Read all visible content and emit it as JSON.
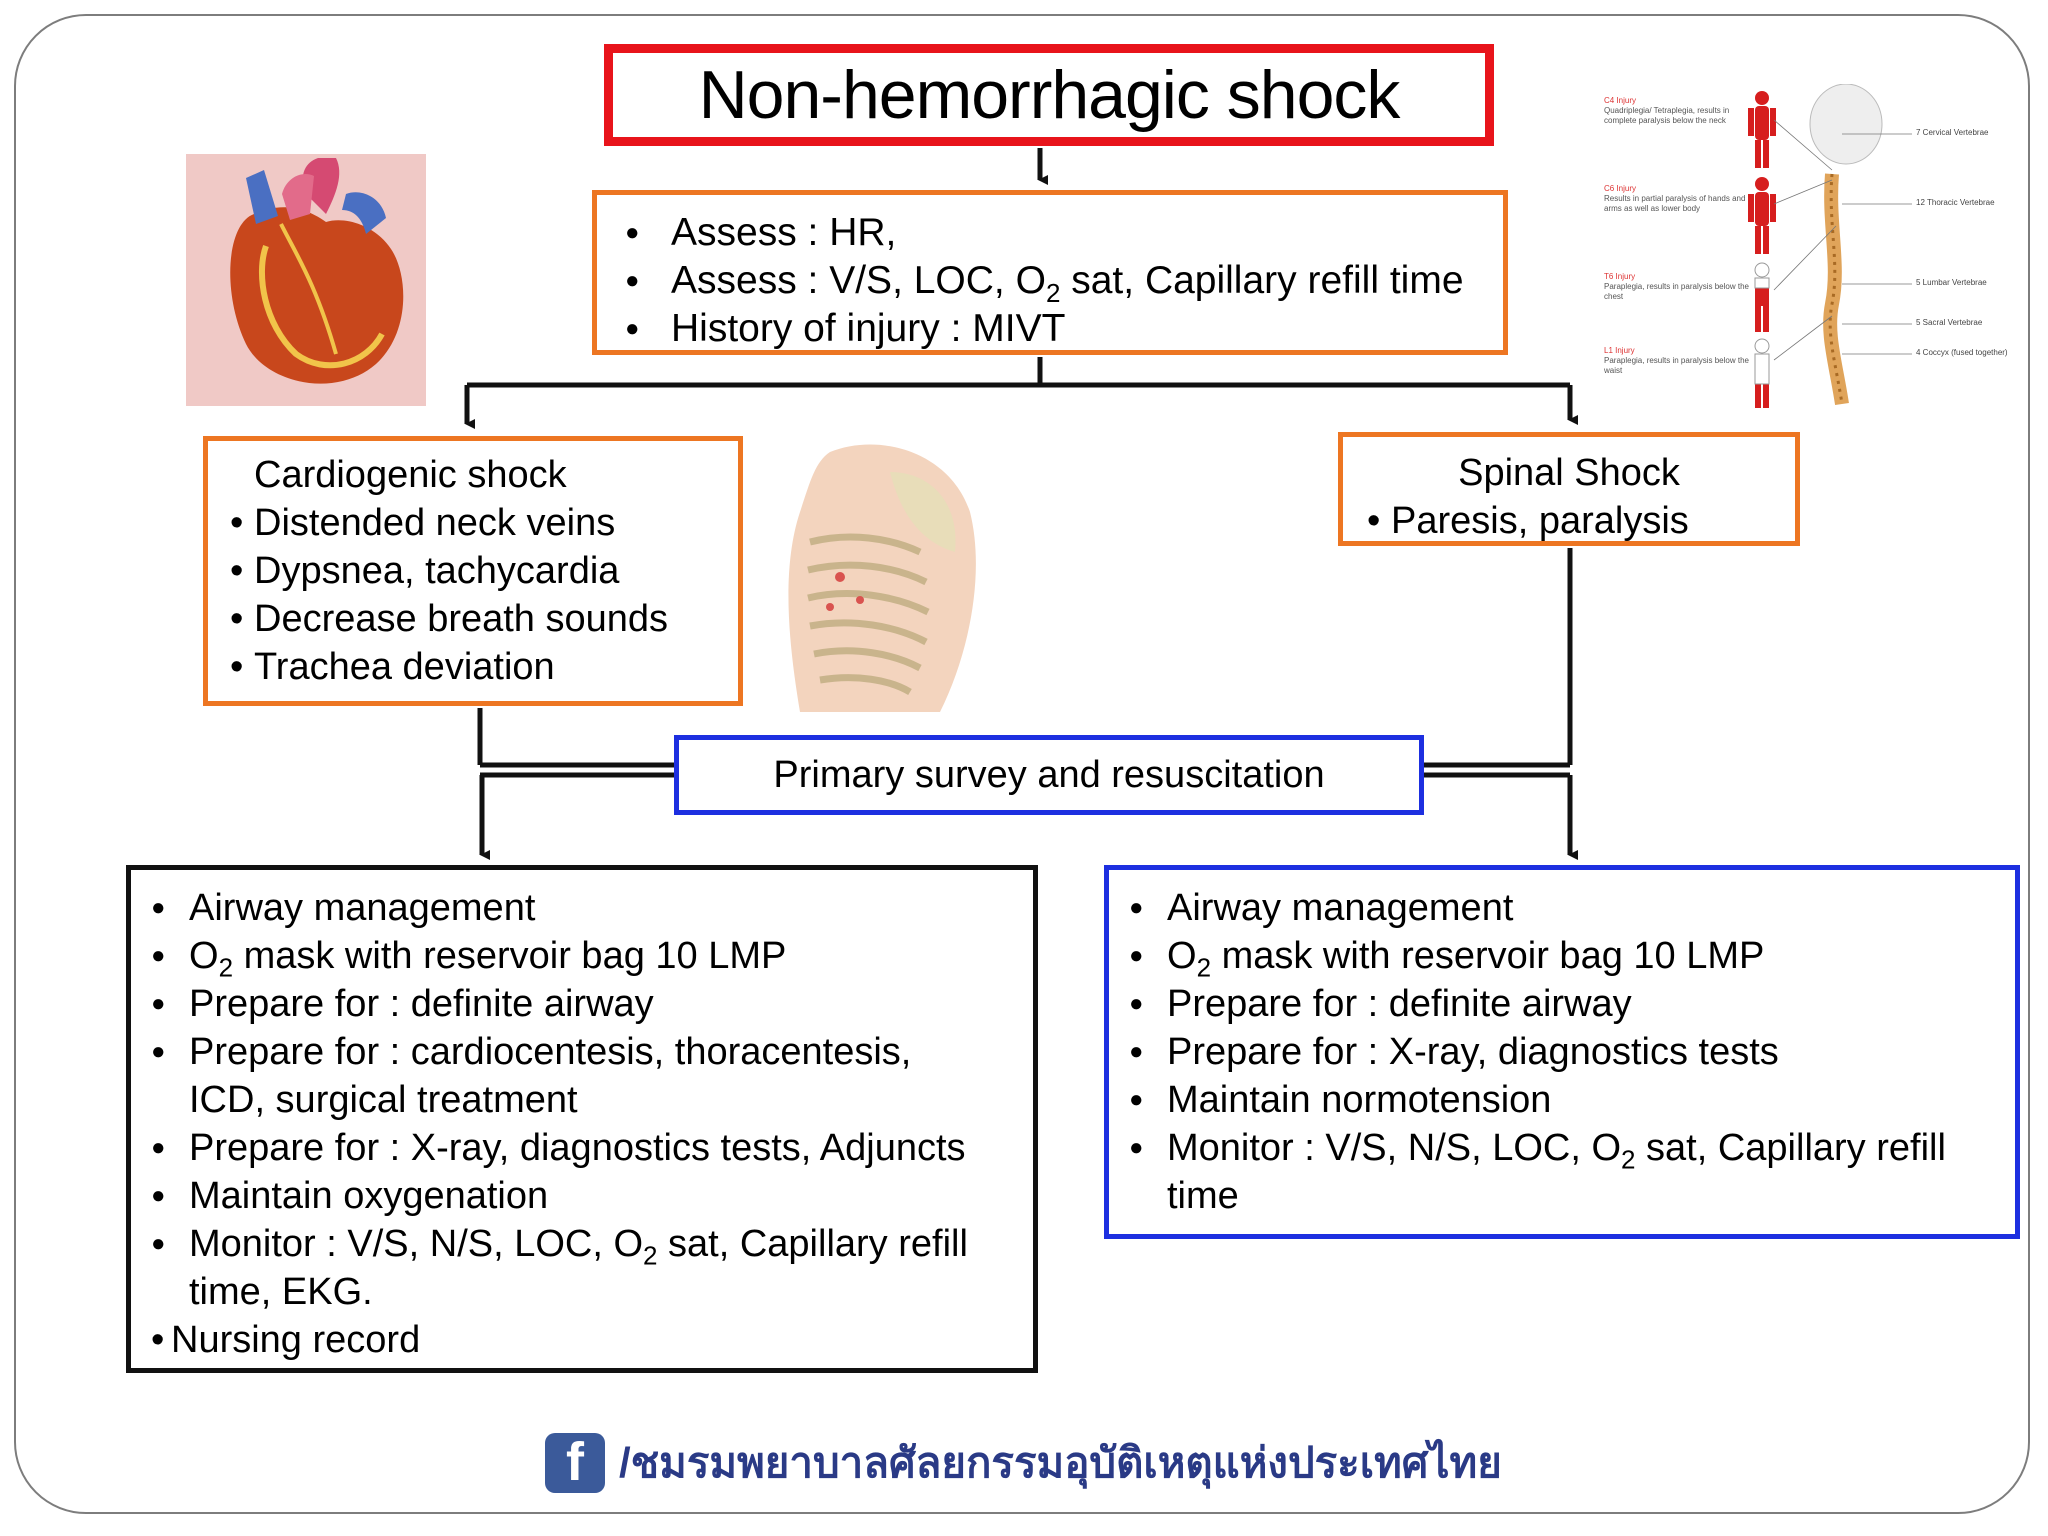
{
  "title": "Non-hemorrhagic shock",
  "assess": {
    "items": [
      "Assess : HR,",
      "History of injury : MIVT"
    ],
    "assess_vs_pre": "Assess : V/S, LOC, O",
    "assess_vs_sub": "2",
    "assess_vs_post": " sat, Capillary refill time"
  },
  "cardiogenic": {
    "heading": "Cardiogenic shock",
    "items": [
      "Distended neck veins",
      "Dypsnea, tachycardia",
      "Decrease breath sounds",
      "Trachea deviation"
    ]
  },
  "spinal": {
    "heading": "Spinal Shock",
    "items": [
      "Paresis, paralysis"
    ]
  },
  "primary_survey": "Primary survey and resuscitation",
  "left_actions": {
    "airway": "Airway management",
    "o2_pre": "O",
    "o2_sub": "2",
    "o2_post": " mask with reservoir bag 10 LMP",
    "prep_airway": "Prepare for : definite airway",
    "prep_cardio": "Prepare for : cardiocentesis, thoracentesis, ICD, surgical treatment",
    "prep_xray": "Prepare for : X-ray, diagnostics tests, Adjuncts",
    "oxygenation": "Maintain oxygenation",
    "monitor_pre": "Monitor : V/S, N/S,  LOC, O",
    "monitor_sub": "2",
    "monitor_post": " sat, Capillary refill time,  EKG.",
    "nursing": "Nursing record"
  },
  "right_actions": {
    "airway": "Airway management",
    "o2_pre": "O",
    "o2_sub": "2",
    "o2_post": " mask with reservoir bag 10 LMP",
    "prep_airway": "Prepare for : definite airway",
    "prep_xray": "Prepare for : X-ray, diagnostics tests",
    "normotension": "Maintain normotension",
    "monitor_pre": "Monitor : V/S, N/S,  LOC, O",
    "monitor_sub": "2",
    "monitor_post": " sat, Capillary refill time"
  },
  "spine_chart": {
    "injuries": [
      {
        "level": "C4 Injury",
        "desc": "Quadriplegia/ Tetraplegia, results in complete paralysis below the neck"
      },
      {
        "level": "C6 Injury",
        "desc": "Results in partial paralysis of hands and arms as well as lower body"
      },
      {
        "level": "T6 Injury",
        "desc": "Paraplegia, results in paralysis below the chest"
      },
      {
        "level": "L1 Injury",
        "desc": "Paraplegia, results in paralysis below the waist"
      }
    ],
    "vertebrae": [
      "7 Cervical Vertebrae",
      "12 Thoracic Vertebrae",
      "5 Lumbar Vertebrae",
      "5 Sacral Vertebrae",
      "4 Coccyx (fused together)"
    ]
  },
  "footer": {
    "icon": "facebook-icon",
    "text": "/ชมรมพยาบาลศัลยกรรมอุบัติเหตุแห่งประเทศไทย"
  },
  "colors": {
    "title_border": "#e8141b",
    "orange": "#ed7622",
    "blue": "#1d2fe0"
  }
}
